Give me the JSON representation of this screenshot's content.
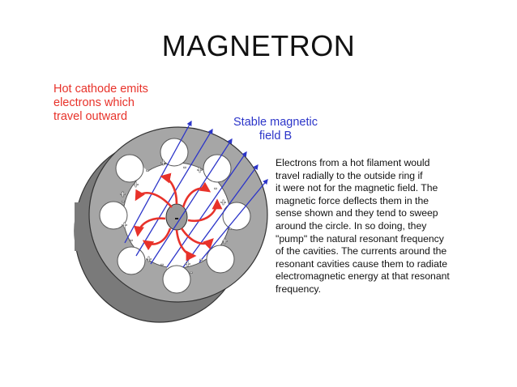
{
  "title": "MAGNETRON",
  "cathode_note": [
    "Hot cathode emits",
    "electrons which",
    "travel outward"
  ],
  "field_label": [
    "Stable magnetic",
    "field B"
  ],
  "description": [
    "Electrons from a hot filament would",
    "travel radially to the outside ring if",
    "it were not for the magnetic field. The",
    "magnetic force deflects them in the",
    "sense shown and they tend to sweep",
    "around the circle. In so doing, they",
    "\"pump\" the natural resonant frequency",
    "of the cavities. The currents around the",
    "resonant cavities cause them to radiate",
    "electromagnetic energy at that resonant",
    "frequency."
  ],
  "cathode_symbol": "-",
  "charge_signs": {
    "plus": "+",
    "minus": "-"
  },
  "colors": {
    "electron_path": "#e8322a",
    "magnetic_field": "#2c35c9",
    "anode_face": "#a6a6a6",
    "anode_side": "#7a7a7a",
    "cavity": "#ffffff"
  }
}
